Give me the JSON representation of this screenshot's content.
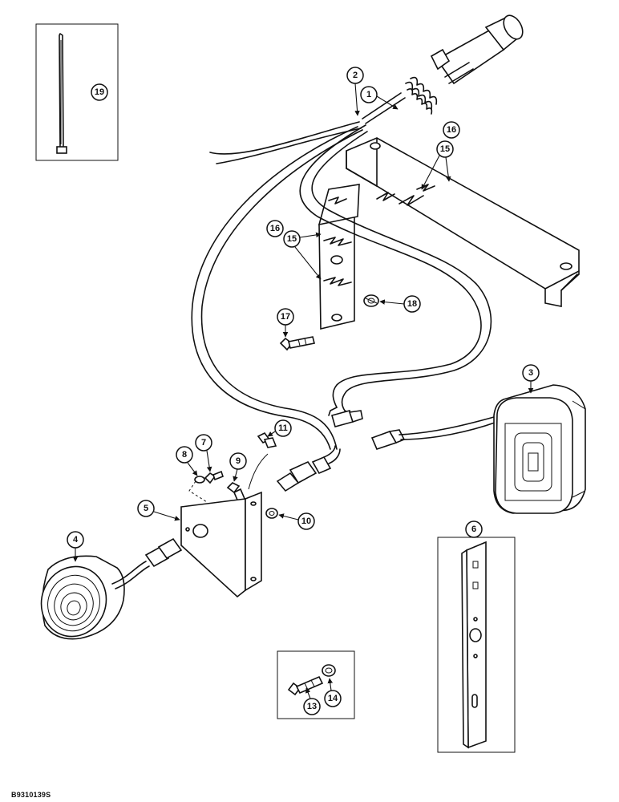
{
  "callouts": {
    "c1": "1",
    "c2": "2",
    "c3": "3",
    "c4": "4",
    "c5": "5",
    "c6": "6",
    "c7": "7",
    "c8": "8",
    "c9": "9",
    "c10": "10",
    "c11": "11",
    "c13": "13",
    "c14": "14",
    "c15a": "15",
    "c15b": "15",
    "c16a": "16",
    "c16b": "16",
    "c17": "17",
    "c18": "18",
    "c19": "19"
  },
  "document_id": "B9310139S"
}
